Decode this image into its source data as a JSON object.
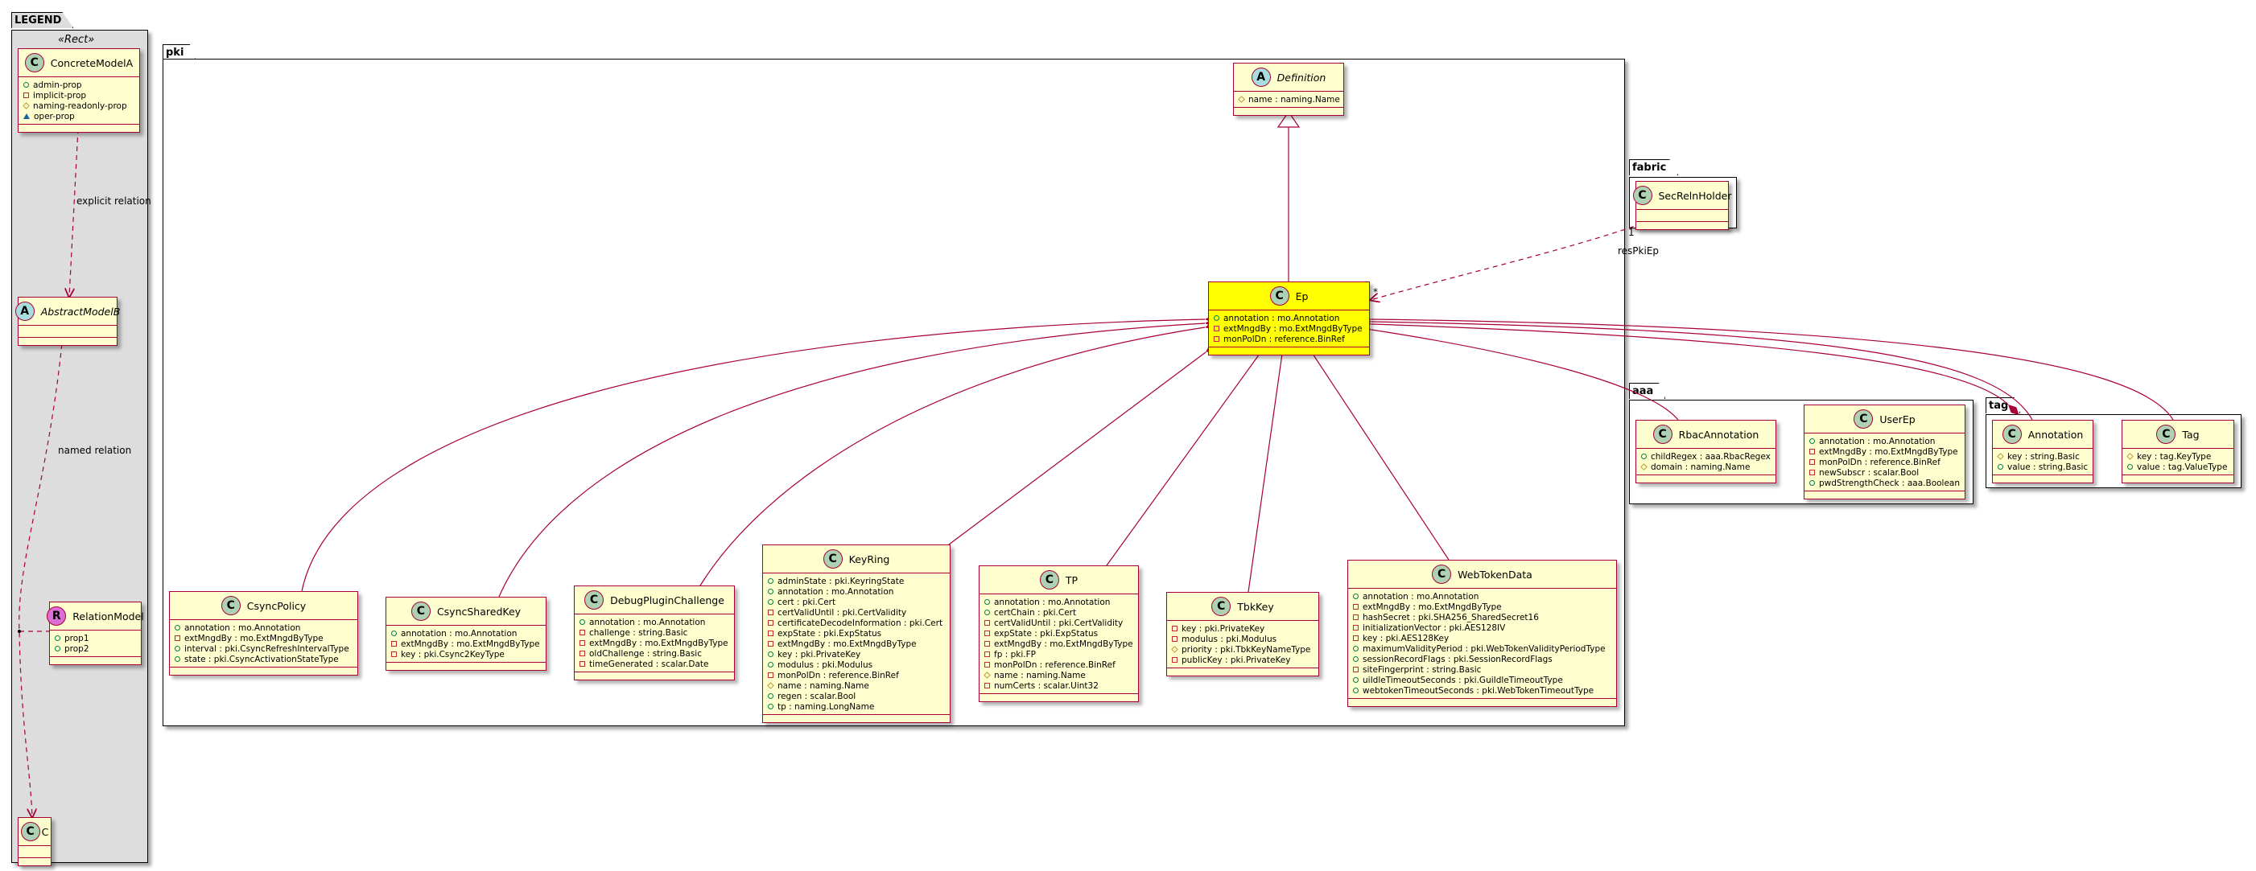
{
  "packages": {
    "legend": {
      "name": "LEGEND",
      "stereotype": "«Rect»"
    },
    "pki": {
      "name": "pki"
    },
    "fabric": {
      "name": "fabric"
    },
    "aaa": {
      "name": "aaa"
    },
    "tag": {
      "name": "tag"
    }
  },
  "colors": {
    "class_fill": "#FEFECE",
    "highlight_fill": "#FFFF00",
    "border": "#A80036",
    "legend_bg": "#DDDDDD"
  },
  "edge_labels": {
    "explicit": "explicit relation",
    "named": "named relation",
    "res_pki_ep": "resPkiEp",
    "mult_one": "1",
    "mult_many": "*"
  },
  "classes": [
    {
      "id": "c-concrete",
      "kind": "C",
      "name": "ConcreteModelA",
      "attrs": [
        [
          "pub",
          "admin-prop"
        ],
        [
          "priv",
          "implicit-prop"
        ],
        [
          "prot",
          "naming-readonly-prop"
        ],
        [
          "pkg",
          "oper-prop"
        ]
      ]
    },
    {
      "id": "c-abstractb",
      "kind": "A",
      "name": "AbstractModelB",
      "attrs": []
    },
    {
      "id": "c-relmodel",
      "kind": "R",
      "name": "RelationModel",
      "attrs": [
        [
          "pub",
          "prop1"
        ],
        [
          "pub",
          "prop2"
        ]
      ]
    },
    {
      "id": "c-c",
      "kind": "C",
      "name": "C",
      "attrs": []
    },
    {
      "id": "c-definition",
      "kind": "A",
      "name": "Definition",
      "attrs": [
        [
          "prot",
          "name : naming.Name"
        ]
      ]
    },
    {
      "id": "c-ep",
      "kind": "C",
      "name": "Ep",
      "highlight": true,
      "attrs": [
        [
          "pub",
          "annotation : mo.Annotation"
        ],
        [
          "priv",
          "extMngdBy : mo.ExtMngdByType"
        ],
        [
          "priv",
          "monPolDn : reference.BinRef"
        ]
      ]
    },
    {
      "id": "c-csyncpolicy",
      "kind": "C",
      "name": "CsyncPolicy",
      "attrs": [
        [
          "pub",
          "annotation : mo.Annotation"
        ],
        [
          "priv",
          "extMngdBy : mo.ExtMngdByType"
        ],
        [
          "pub",
          "interval : pki.CsyncRefreshIntervalType"
        ],
        [
          "pub",
          "state : pki.CsyncActivationStateType"
        ]
      ]
    },
    {
      "id": "c-csyncsharedkey",
      "kind": "C",
      "name": "CsyncSharedKey",
      "attrs": [
        [
          "pub",
          "annotation : mo.Annotation"
        ],
        [
          "priv",
          "extMngdBy : mo.ExtMngdByType"
        ],
        [
          "priv",
          "key : pki.Csync2KeyType"
        ]
      ]
    },
    {
      "id": "c-debugplugin",
      "kind": "C",
      "name": "DebugPluginChallenge",
      "attrs": [
        [
          "pub",
          "annotation : mo.Annotation"
        ],
        [
          "priv",
          "challenge : string.Basic"
        ],
        [
          "priv",
          "extMngdBy : mo.ExtMngdByType"
        ],
        [
          "priv",
          "oldChallenge : string.Basic"
        ],
        [
          "priv",
          "timeGenerated : scalar.Date"
        ]
      ]
    },
    {
      "id": "c-keyring",
      "kind": "C",
      "name": "KeyRing",
      "attrs": [
        [
          "pub",
          "adminState : pki.KeyringState"
        ],
        [
          "pub",
          "annotation : mo.Annotation"
        ],
        [
          "pub",
          "cert : pki.Cert"
        ],
        [
          "priv",
          "certValidUntil : pki.CertValidity"
        ],
        [
          "priv",
          "certificateDecodeInformation : pki.Cert"
        ],
        [
          "priv",
          "expState : pki.ExpStatus"
        ],
        [
          "priv",
          "extMngdBy : mo.ExtMngdByType"
        ],
        [
          "pub",
          "key : pki.PrivateKey"
        ],
        [
          "pub",
          "modulus : pki.Modulus"
        ],
        [
          "priv",
          "monPolDn : reference.BinRef"
        ],
        [
          "prot",
          "name : naming.Name"
        ],
        [
          "pub",
          "regen : scalar.Bool"
        ],
        [
          "pub",
          "tp : naming.LongName"
        ]
      ]
    },
    {
      "id": "c-tp",
      "kind": "C",
      "name": "TP",
      "attrs": [
        [
          "pub",
          "annotation : mo.Annotation"
        ],
        [
          "pub",
          "certChain : pki.Cert"
        ],
        [
          "priv",
          "certValidUntil : pki.CertValidity"
        ],
        [
          "priv",
          "expState : pki.ExpStatus"
        ],
        [
          "priv",
          "extMngdBy : mo.ExtMngdByType"
        ],
        [
          "priv",
          "fp : pki.FP"
        ],
        [
          "priv",
          "monPolDn : reference.BinRef"
        ],
        [
          "prot",
          "name : naming.Name"
        ],
        [
          "priv",
          "numCerts : scalar.Uint32"
        ]
      ]
    },
    {
      "id": "c-tbkkey",
      "kind": "C",
      "name": "TbkKey",
      "attrs": [
        [
          "priv",
          "key : pki.PrivateKey"
        ],
        [
          "priv",
          "modulus : pki.Modulus"
        ],
        [
          "prot",
          "priority : pki.TbkKeyNameType"
        ],
        [
          "priv",
          "publicKey : pki.PrivateKey"
        ]
      ]
    },
    {
      "id": "c-webtoken",
      "kind": "C",
      "name": "WebTokenData",
      "attrs": [
        [
          "pub",
          "annotation : mo.Annotation"
        ],
        [
          "priv",
          "extMngdBy : mo.ExtMngdByType"
        ],
        [
          "priv",
          "hashSecret : pki.SHA256_SharedSecret16"
        ],
        [
          "priv",
          "initializationVector : pki.AES128IV"
        ],
        [
          "priv",
          "key : pki.AES128Key"
        ],
        [
          "pub",
          "maximumValidityPeriod : pki.WebTokenValidityPeriodType"
        ],
        [
          "pub",
          "sessionRecordFlags : pki.SessionRecordFlags"
        ],
        [
          "priv",
          "siteFingerprint : string.Basic"
        ],
        [
          "pub",
          "uiIdleTimeoutSeconds : pki.GuiIdleTimeoutType"
        ],
        [
          "pub",
          "webtokenTimeoutSeconds : pki.WebTokenTimeoutType"
        ]
      ]
    },
    {
      "id": "c-secreln",
      "kind": "C",
      "name": "SecRelnHolder",
      "attrs": []
    },
    {
      "id": "c-rbac",
      "kind": "C",
      "name": "RbacAnnotation",
      "attrs": [
        [
          "pub",
          "childRegex : aaa.RbacRegex"
        ],
        [
          "prot",
          "domain : naming.Name"
        ]
      ]
    },
    {
      "id": "c-userep",
      "kind": "C",
      "name": "UserEp",
      "attrs": [
        [
          "pub",
          "annotation : mo.Annotation"
        ],
        [
          "priv",
          "extMngdBy : mo.ExtMngdByType"
        ],
        [
          "priv",
          "monPolDn : reference.BinRef"
        ],
        [
          "priv",
          "newSubscr : scalar.Bool"
        ],
        [
          "pub",
          "pwdStrengthCheck : aaa.Boolean"
        ]
      ]
    },
    {
      "id": "c-tagannot",
      "kind": "C",
      "name": "Annotation",
      "attrs": [
        [
          "prot",
          "key : string.Basic"
        ],
        [
          "pub",
          "value : string.Basic"
        ]
      ]
    },
    {
      "id": "c-tag",
      "kind": "C",
      "name": "Tag",
      "attrs": [
        [
          "prot",
          "key : tag.KeyType"
        ],
        [
          "pub",
          "value : tag.ValueType"
        ]
      ]
    }
  ]
}
